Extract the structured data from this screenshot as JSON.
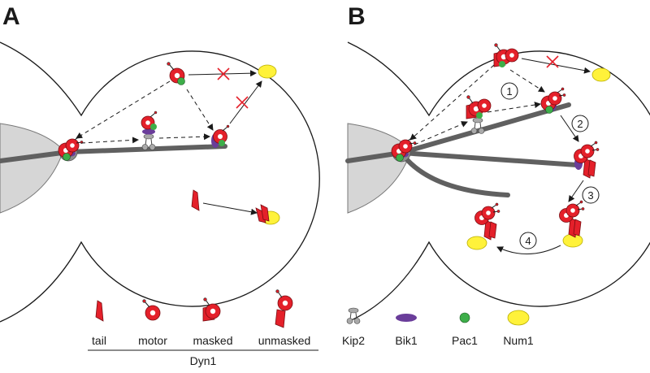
{
  "panels": {
    "a": "A",
    "b": "B"
  },
  "steps": [
    "1",
    "2",
    "3",
    "4"
  ],
  "legend": {
    "dyn1": {
      "group_label": "Dyn1",
      "items": [
        {
          "label": "tail"
        },
        {
          "label": "motor"
        },
        {
          "label": "masked"
        },
        {
          "label": "unmasked"
        }
      ]
    },
    "factors": [
      {
        "label": "Kip2"
      },
      {
        "label": "Bik1"
      },
      {
        "label": "Pac1"
      },
      {
        "label": "Num1"
      }
    ]
  },
  "colors": {
    "dynein": "#e4202a",
    "pac1": "#3dae49",
    "bik1": "#6a3d9a",
    "num1": "#fff23a",
    "num1_stroke": "#b9ae00",
    "microtubule": "#606060",
    "spb": "#8c8c8c",
    "nucleus": "#d6d6d6",
    "kip2": "#a9a9a9",
    "inhibit": "#e4202a"
  }
}
